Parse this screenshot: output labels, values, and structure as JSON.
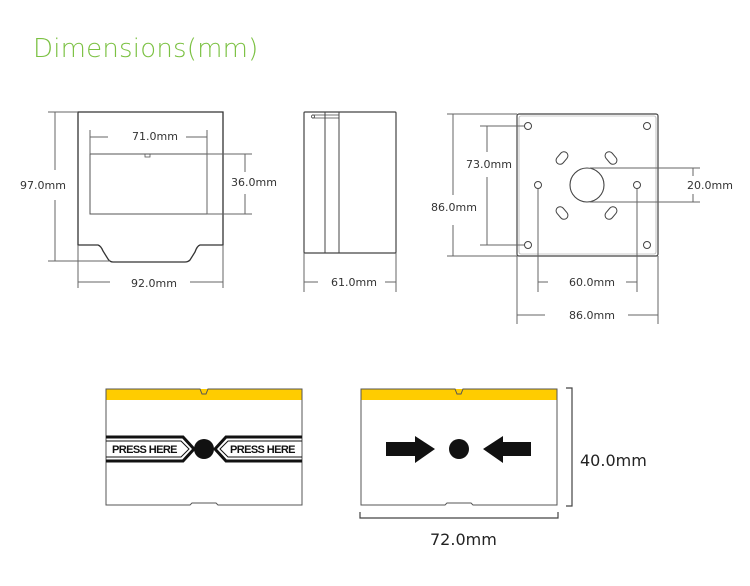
{
  "title": "Dimensions(mm)",
  "colors": {
    "title": "#7bc142",
    "accent_band": "#ffcc00",
    "outline": "#333333",
    "dim_line": "#666666"
  },
  "front_view": {
    "height_label": "97.0mm",
    "width_label": "92.0mm",
    "window_width_label": "71.0mm",
    "window_height_label": "36.0mm"
  },
  "side_view": {
    "depth_label": "61.0mm"
  },
  "back_view": {
    "height_label": "86.0mm",
    "width_label": "86.0mm",
    "hole_vertical_spacing_label": "73.0mm",
    "hole_horizontal_spacing_label": "60.0mm",
    "center_hole_label": "20.0mm"
  },
  "label_press_here": {
    "left_text": "PRESS HERE",
    "right_text": "PRESS HERE"
  },
  "label_arrows": {
    "height_label": "40.0mm",
    "width_label": "72.0mm"
  }
}
